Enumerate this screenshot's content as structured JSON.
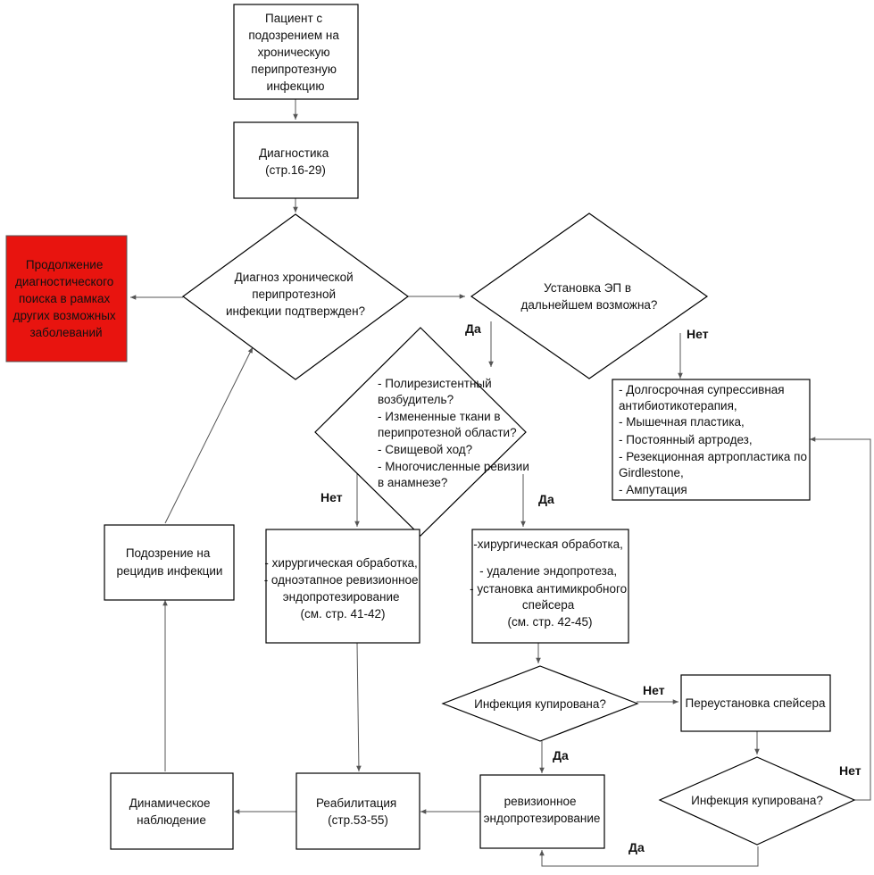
{
  "nodes": {
    "start": [
      "Пациент с",
      "подозрением на",
      "хроническую",
      "перипротезную",
      "инфекцию"
    ],
    "diagnostics": [
      "Диагностика",
      "(стр.16-29)"
    ],
    "dx_confirmed": [
      "Диагноз хронической",
      "перипротезной",
      "инфекции подтвержден?"
    ],
    "continue_search": [
      "Продолжение",
      "диагностического",
      "поиска в рамках",
      "других возможных",
      "заболеваний"
    ],
    "ep_possible": [
      "Установка ЭП в",
      "дальнейшем возможна?"
    ],
    "salvage": [
      "-  Долгосрочная супрессивная",
      "    антибиотикотерапия,",
      "-  Мышечная пластика,",
      "-  Постоянный артродез,",
      "-  Резекционная артропластика по",
      "    Girdlestone,",
      "-  Ампутация"
    ],
    "risk_factors": [
      "-  Полирезистентный",
      "    возбудитель?",
      "-  Измененные ткани в",
      "    перипротезной области?",
      "-  Свищевой ход?",
      "-  Многочисленные ревизии",
      "    в анамнезе?"
    ],
    "one_stage": [
      "- хирургическая обработка,",
      "- одноэтапное ревизионное",
      "эндопротезирование",
      "(см. стр. 41-42)"
    ],
    "two_stage": [
      "-хирургическая обработка,",
      "- удаление эндопротеза,",
      "- установка антимикробного",
      "спейсера",
      "(см. стр. 42-45)"
    ],
    "relapse_suspicion": [
      "Подозрение на",
      "рецидив инфекции"
    ],
    "infection_controlled_1": [
      "Инфекция купирована?"
    ],
    "spacer_reinstall": [
      "Переустановка спейсера"
    ],
    "infection_controlled_2": [
      "Инфекция купирована?"
    ],
    "revision": [
      "ревизионное",
      "эндопротезирование"
    ],
    "rehab": [
      "Реабилитация",
      "(стр.53-55)"
    ],
    "follow_up": [
      "Динамическое",
      "наблюдение"
    ]
  },
  "edge_labels": {
    "yes": "Да",
    "no": "Нет"
  },
  "colors": {
    "alert_box": "#e8140f",
    "line": "#555555"
  }
}
